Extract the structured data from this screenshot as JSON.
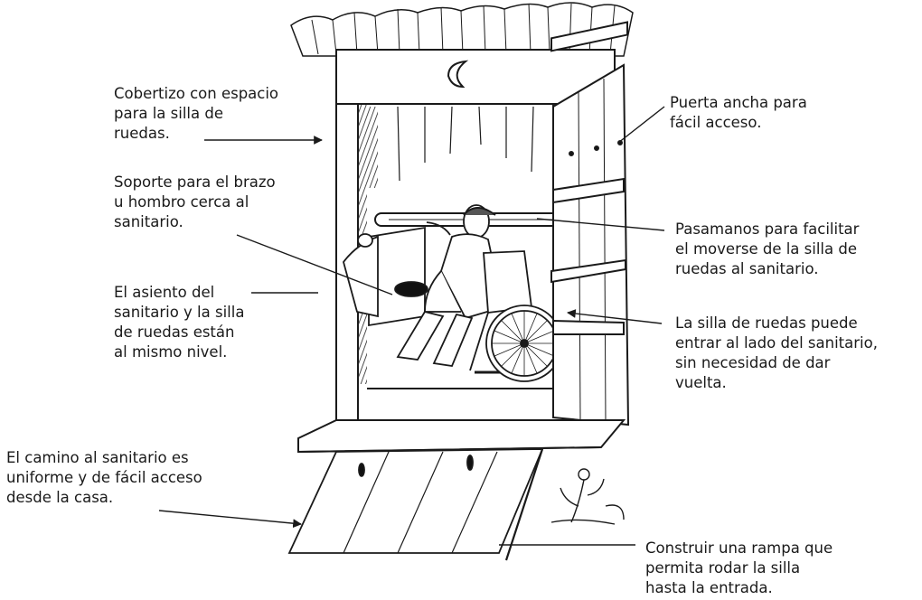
{
  "labels": {
    "shed": [
      "Cobertizo con espacio",
      "para la silla de",
      "ruedas."
    ],
    "support": [
      "Soporte para el brazo",
      "u hombro cerca al",
      "sanitario."
    ],
    "seat": [
      "El asiento del",
      "sanitario y la silla",
      "de ruedas están",
      "al mismo nivel."
    ],
    "path": [
      "El camino al sanitario es",
      "uniforme y de fácil acceso",
      "desde la casa."
    ],
    "door": [
      "Puerta ancha para",
      "fácil acceso."
    ],
    "handrail": [
      "Pasamanos para facilitar",
      "el moverse de la silla de",
      "ruedas al sanitario."
    ],
    "wheelchair": [
      "La silla de ruedas puede",
      "entrar al lado del sanitario,",
      "sin necesidad de dar",
      "vuelta."
    ],
    "ramp": [
      "Construir una rampa que",
      "permita rodar la silla",
      "hasta la entrada."
    ]
  },
  "colors": {
    "ink": "#1a1a1a",
    "background": "#ffffff"
  }
}
